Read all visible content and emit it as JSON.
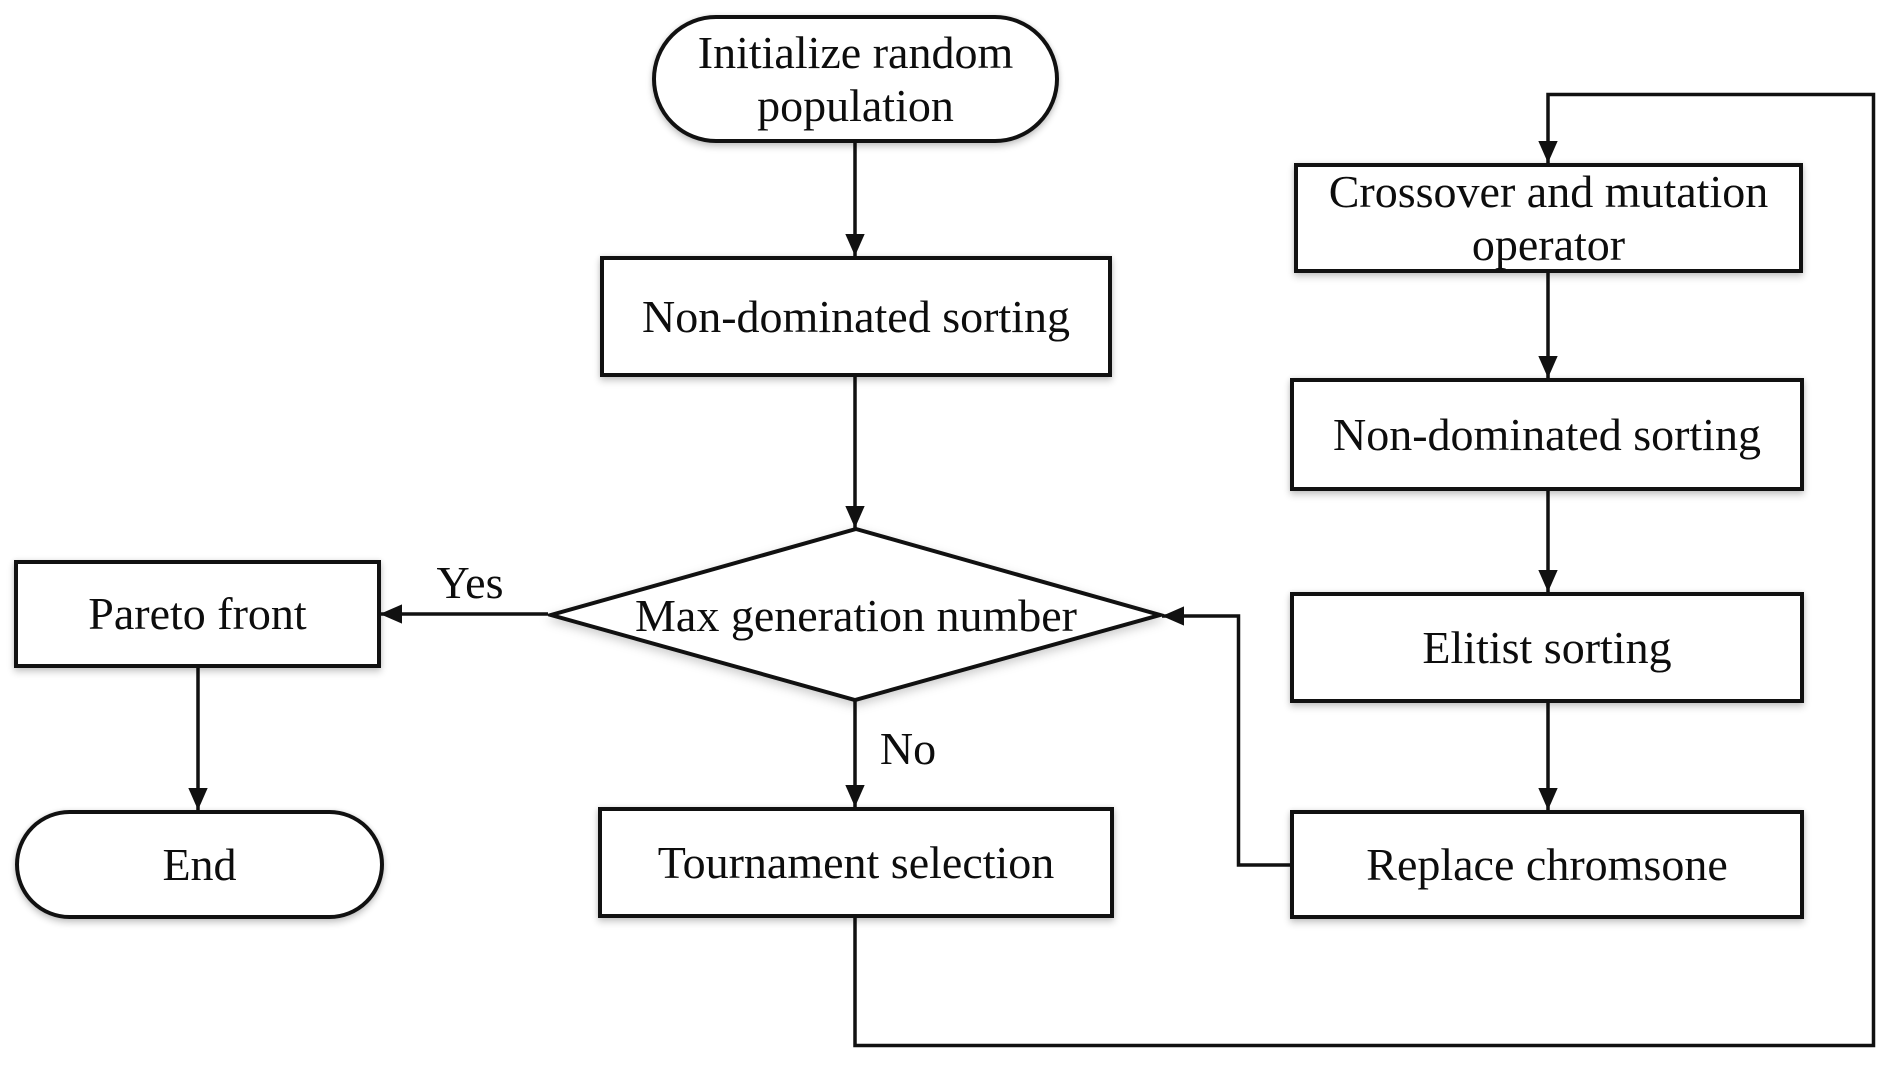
{
  "diagram": {
    "nodes": {
      "init": {
        "type": "terminator",
        "line1": "Initialize random",
        "line2": "population"
      },
      "nds_main": {
        "type": "process",
        "label": "Non-dominated sorting"
      },
      "decision": {
        "type": "decision",
        "label": "Max generation number"
      },
      "pareto": {
        "type": "process",
        "label": "Pareto front"
      },
      "end": {
        "type": "terminator",
        "label": "End"
      },
      "tournament": {
        "type": "process",
        "label": "Tournament selection"
      },
      "crossover": {
        "type": "process",
        "line1": "Crossover and mutation",
        "line2": "operator"
      },
      "nds_right": {
        "type": "process",
        "label": "Non-dominated sorting"
      },
      "elitist": {
        "type": "process",
        "label": "Elitist sorting"
      },
      "replace": {
        "type": "process",
        "label": "Replace chromsone"
      }
    },
    "edge_labels": {
      "yes": "Yes",
      "no": "No"
    },
    "colors": {
      "stroke": "#111111",
      "node_fill": "#ffffff",
      "text": "#0d0d0d",
      "background": "#ffffff"
    }
  }
}
